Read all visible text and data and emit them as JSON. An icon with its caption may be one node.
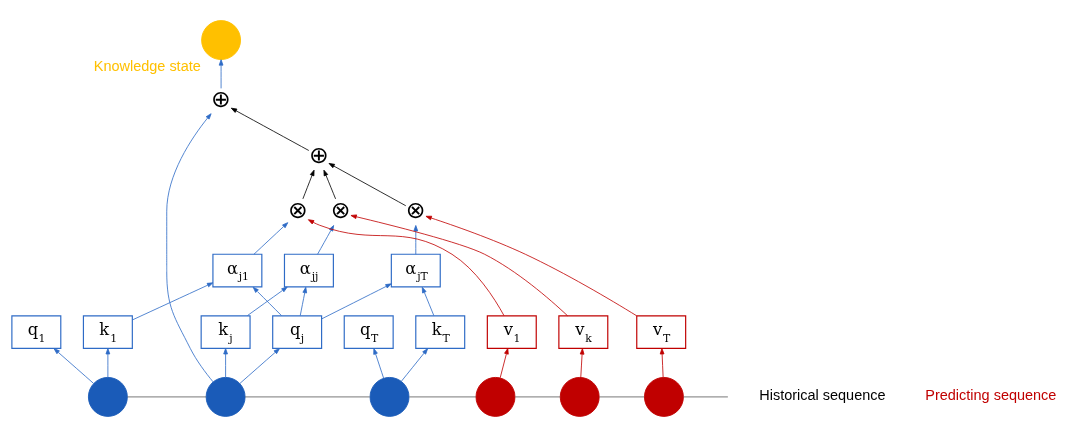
{
  "diagram": {
    "nodes": [
      {
        "text": [],
        "shape": "circle",
        "beside": [
          "Knowledge state"
        ]
      },
      {
        "text": [
          "⊕"
        ]
      },
      {
        "text": [
          "⊕"
        ]
      },
      {
        "text": [
          "⊗"
        ]
      },
      {
        "text": [
          "⊗"
        ]
      },
      {
        "text": [
          "⊗"
        ]
      },
      {
        "text": [
          "α$_{j1}$"
        ]
      },
      {
        "text": [
          "α$_{jj}$"
        ]
      },
      {
        "text": [
          "α$_{jT}$"
        ]
      },
      {
        "text": [
          "q$_{1}$"
        ]
      },
      {
        "text": [
          "k$_{1}$"
        ]
      },
      {
        "text": [
          "q$_{j}$"
        ]
      },
      {
        "text": [
          "k$_{j}$"
        ]
      },
      {
        "text": [
          "q$_{T}$"
        ]
      },
      {
        "text": [
          "k$_{T}$"
        ]
      },
      {
        "text": [
          "v$_{1}$"
        ]
      },
      {
        "text": [
          "v$_{k}$"
        ]
      },
      {
        "text": [
          "v$_{T}$"
        ]
      },
      {
        "text": [],
        "shape": "circle"
      },
      {
        "text": [],
        "shape": "circle"
      },
      {
        "text": [],
        "shape": "circle"
      },
      {
        "text": [],
        "shape": "circle"
      },
      {
        "text": [],
        "shape": "circle"
      },
      {
        "text": [],
        "shape": "circle"
      }
    ],
    "edges": [
      {
        "from": 18,
        "to": 9,
        "arrow": "to"
      },
      {
        "from": 18,
        "to": 10,
        "arrow": "to"
      },
      {
        "from": 19,
        "to": 11,
        "arrow": "to"
      },
      {
        "from": 19,
        "to": 12,
        "arrow": "to"
      },
      {
        "from": 20,
        "to": 13,
        "arrow": "to"
      },
      {
        "from": 20,
        "to": 14,
        "arrow": "to"
      },
      {
        "from": 21,
        "to": 15,
        "arrow": "to",
        "color": "#c00000"
      },
      {
        "from": 22,
        "to": 16,
        "arrow": "to",
        "color": "#c00000"
      },
      {
        "from": 23,
        "to": 17,
        "arrow": "to",
        "color": "#c00000"
      },
      {
        "from": 10,
        "to": 6,
        "arrow": "to"
      },
      {
        "from": 11,
        "to": 6,
        "arrow": "to"
      },
      {
        "from": 11,
        "to": 7,
        "arrow": "to"
      },
      {
        "from": 12,
        "to": 7,
        "arrow": "to"
      },
      {
        "from": 11,
        "to": 8,
        "arrow": "to"
      },
      {
        "from": 14,
        "to": 8,
        "arrow": "to"
      },
      {
        "from": 6,
        "to": 3,
        "arrow": "to"
      },
      {
        "from": 7,
        "to": 4,
        "arrow": "to"
      },
      {
        "from": 8,
        "to": 5,
        "arrow": "to"
      },
      {
        "from": 15,
        "to": 3,
        "arrow": "to",
        "color": "#c00000"
      },
      {
        "from": 16,
        "to": 4,
        "arrow": "to",
        "color": "#c00000"
      },
      {
        "from": 17,
        "to": 5,
        "arrow": "to",
        "color": "#c00000"
      },
      {
        "from": 3,
        "to": 2,
        "arrow": "to",
        "color": "#000000"
      },
      {
        "from": 4,
        "to": 2,
        "arrow": "to",
        "color": "#000000"
      },
      {
        "from": 5,
        "to": 2,
        "arrow": "to",
        "color": "#000000"
      },
      {
        "from": 2,
        "to": 1,
        "arrow": "to",
        "color": "#000000"
      },
      {
        "from": 19,
        "to": 1,
        "arrow": "to"
      },
      {
        "from": 1,
        "to": 0,
        "arrow": "to"
      },
      {
        "from": 18,
        "to": 19,
        "arrow": "none",
        "color": "#595959"
      },
      {
        "from": 19,
        "to": 20,
        "arrow": "none",
        "color": "#595959"
      },
      {
        "from": 20,
        "to": 21,
        "arrow": "none",
        "color": "#595959"
      },
      {
        "from": 21,
        "to": 22,
        "arrow": "none",
        "color": "#595959"
      },
      {
        "from": 22,
        "to": 23,
        "arrow": "none",
        "color": "#595959"
      },
      {
        "from": 23,
        "to": null,
        "arrow": "none",
        "color": "#595959"
      }
    ],
    "labels": [
      "Historical sequence",
      "Predicting sequence"
    ]
  }
}
